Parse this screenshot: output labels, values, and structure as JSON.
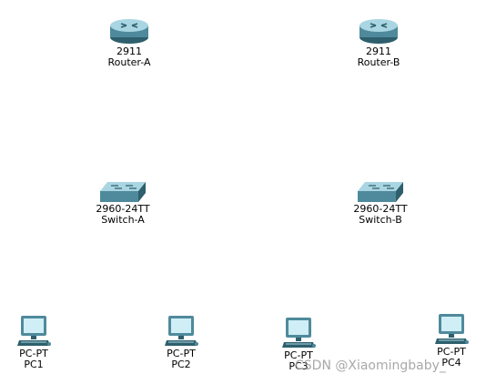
{
  "topology": {
    "routers": [
      {
        "model": "2911",
        "name": "Router-A",
        "icon": "router-icon"
      },
      {
        "model": "2911",
        "name": "Router-B",
        "icon": "router-icon"
      }
    ],
    "switches": [
      {
        "model": "2960-24TT",
        "name": "Switch-A",
        "icon": "switch-icon"
      },
      {
        "model": "2960-24TT",
        "name": "Switch-B",
        "icon": "switch-icon"
      }
    ],
    "pcs": [
      {
        "model": "PC-PT",
        "name": "PC1",
        "icon": "pc-icon"
      },
      {
        "model": "PC-PT",
        "name": "PC2",
        "icon": "pc-icon"
      },
      {
        "model": "PC-PT",
        "name": "PC3",
        "icon": "pc-icon"
      },
      {
        "model": "PC-PT",
        "name": "PC4",
        "icon": "pc-icon"
      }
    ]
  },
  "watermark": "CSDN @Xiaomingbaby_",
  "colors": {
    "device_body": "#4f8a9c",
    "device_light": "#a9d6e2",
    "device_dark": "#2e5f6c",
    "label_text": "#000000",
    "watermark_text": "#9a9a9a"
  }
}
